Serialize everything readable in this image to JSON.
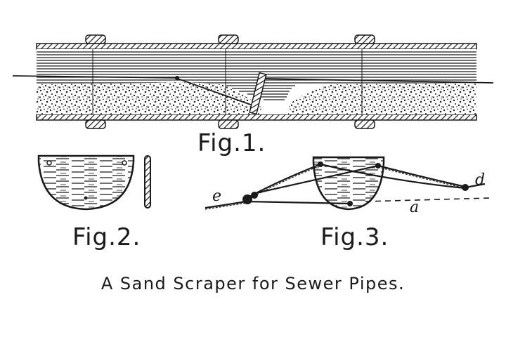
{
  "figures": {
    "fig1": {
      "label": "Fig.1."
    },
    "fig2": {
      "label": "Fig.2."
    },
    "fig3": {
      "label": "Fig.3.",
      "letters": {
        "e": "e",
        "d": "d",
        "a": "a"
      }
    }
  },
  "caption": "A Sand Scraper for Sewer Pipes.",
  "colors": {
    "ink": "#1a1a1a",
    "paper": "#ffffff"
  }
}
